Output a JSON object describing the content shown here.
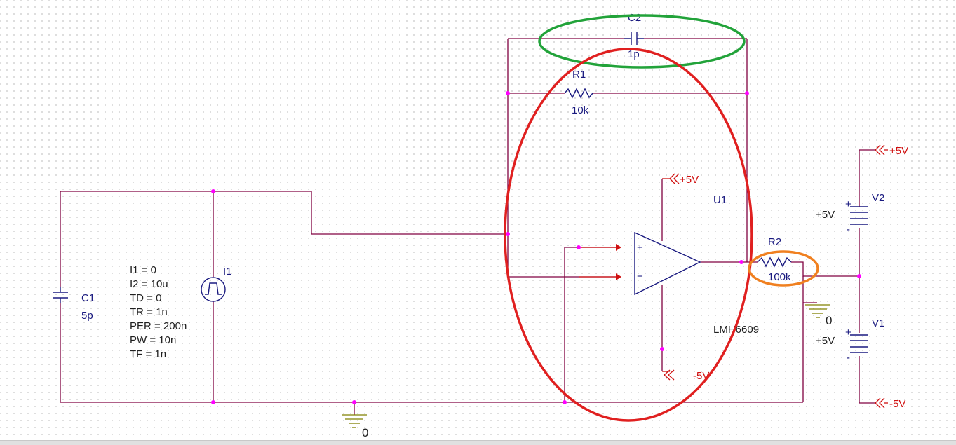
{
  "components": {
    "c1": {
      "ref": "C1",
      "value": "5p"
    },
    "c2": {
      "ref": "C2",
      "value": "1p"
    },
    "r1": {
      "ref": "R1",
      "value": "10k"
    },
    "r2": {
      "ref": "R2",
      "value": "100k"
    },
    "i1": {
      "ref": "I1",
      "params": [
        "I1 = 0",
        "I2 = 10u",
        "TD = 0",
        "TR = 1n",
        "PER = 200n",
        "PW = 10n",
        "TF = 1n"
      ]
    },
    "u1": {
      "ref": "U1",
      "part": "LMH6609"
    },
    "v1": {
      "ref": "V1",
      "value": "+5V"
    },
    "v2": {
      "ref": "V2",
      "value": "+5V"
    }
  },
  "power": {
    "opamp_pos": "+5V",
    "opamp_neg": "-5V",
    "supply_pos": "+5V",
    "supply_neg": "-5V"
  },
  "grounds": {
    "main": "0",
    "mid": "0"
  },
  "opamp_pins": {
    "plus": "+",
    "minus": "−"
  },
  "annotation_colors": {
    "green": "#22a33a",
    "red": "#e02020",
    "orange": "#f08020"
  }
}
